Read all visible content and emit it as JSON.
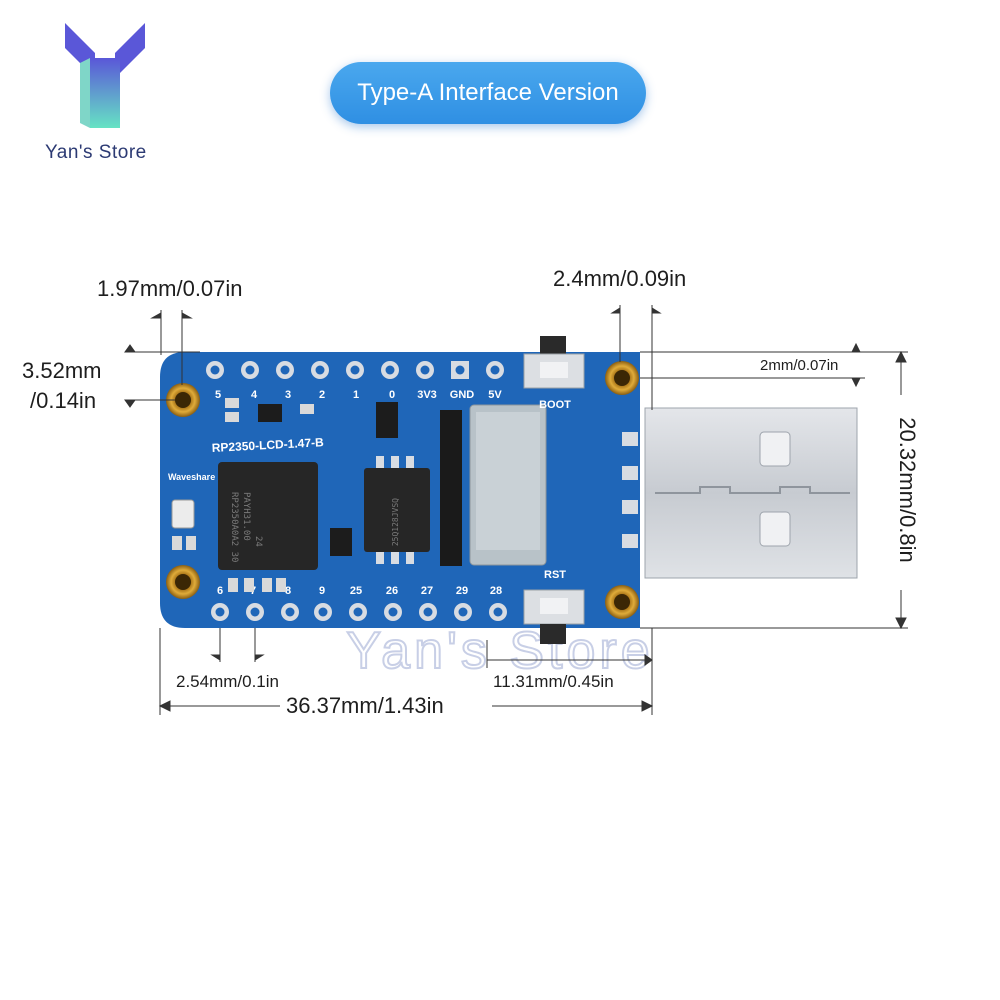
{
  "brand": {
    "name": "Yan's Store",
    "watermark": "Yan's Store",
    "colors": {
      "logo_top": "#6c6fe0",
      "logo_bottom": "#6fe0c0",
      "text": "#2c3a73"
    }
  },
  "badge": {
    "label": "Type-A Interface Version",
    "color": "#3a9ae8"
  },
  "board": {
    "model": "RP2350-LCD-1.47-B",
    "maker": "Waveshare",
    "chip_marking": [
      "RP2350A0A2 30",
      "PAYH31.00",
      "24"
    ],
    "flash_marking": "25Q128JVSQ",
    "top_pins": [
      "5",
      "4",
      "3",
      "2",
      "1",
      "0",
      "3V3",
      "GND",
      "5V"
    ],
    "bottom_pins": [
      "6",
      "7",
      "8",
      "9",
      "25",
      "26",
      "27",
      "29",
      "28"
    ],
    "buttons": {
      "boot": "BOOT",
      "reset": "RST"
    },
    "colors": {
      "pcb": "#1f66b8",
      "pad": "#d8dce2",
      "gold": "#c9962a"
    }
  },
  "dimensions": {
    "hole_spacing_x": "1.97mm/0.07in",
    "hole_offset_y_line1": "3.52mm",
    "hole_offset_y_line2": "/0.14in",
    "usb_hole_spacing": "2.4mm/0.09in",
    "small_offset": "2mm/0.07in",
    "height": "20.32mm/0.8in",
    "pin_pitch": "2.54mm/0.1in",
    "usb_length": "11.31mm/0.45in",
    "total_length": "36.37mm/1.43in"
  }
}
